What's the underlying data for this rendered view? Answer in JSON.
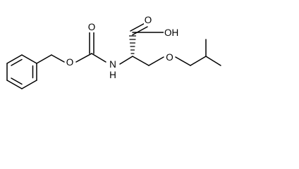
{
  "atoms": {
    "carboxyl_oh": "OH",
    "carbonyl_o_acid": "O",
    "carbamate_carbonyl_o": "O",
    "carbamate_ester_o": "O",
    "nitrogen": "N",
    "nitrogen_h": "H",
    "ether_o": "O"
  },
  "colors": {
    "bond": "#000000",
    "label": "#000000",
    "background": "#ffffff"
  }
}
